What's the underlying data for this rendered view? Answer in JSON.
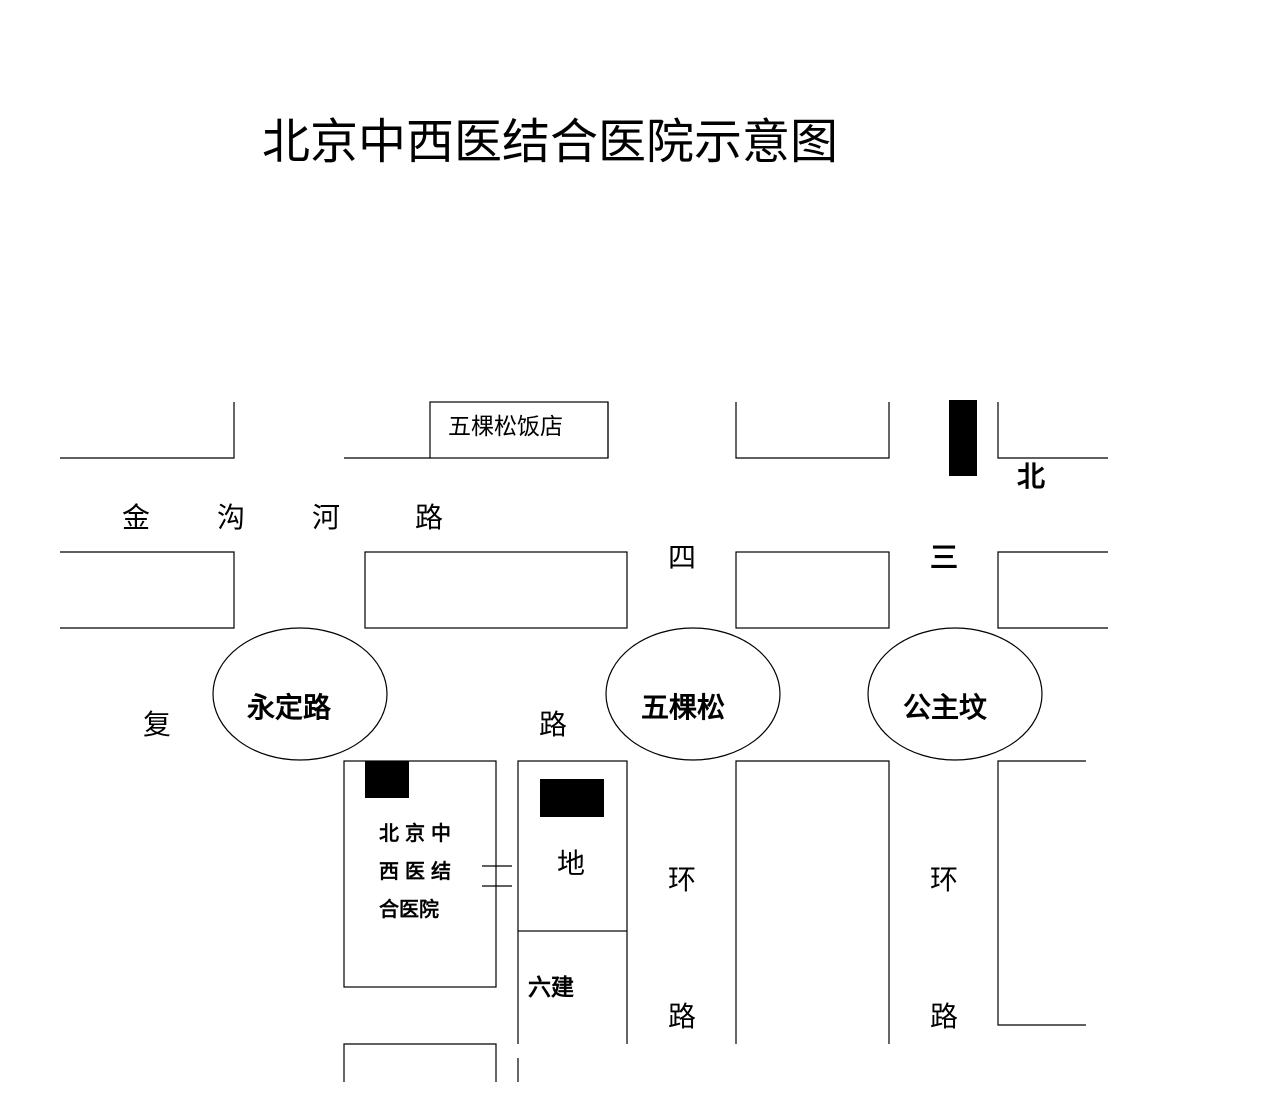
{
  "title": "北京中西医结合医院示意图",
  "landmarks": {
    "hotel": "五棵松饭店",
    "hospital_line1": "北京中",
    "hospital_line2": "西医结",
    "hospital_line3": "合医院",
    "subway": "地",
    "liujian": "六建"
  },
  "roads": {
    "jingouhe": [
      "金",
      "沟",
      "河",
      "路"
    ],
    "fu": "复",
    "lu_fuxing": "路",
    "west_4th_ring": [
      "四",
      "环",
      "路"
    ],
    "west_3rd_ring": [
      "北",
      "三",
      "环",
      "路"
    ]
  },
  "roundabouts": [
    "永定路",
    "五棵松",
    "公主坟"
  ],
  "colors": {
    "line": "#000000",
    "background": "#ffffff",
    "marker": "#000000"
  }
}
